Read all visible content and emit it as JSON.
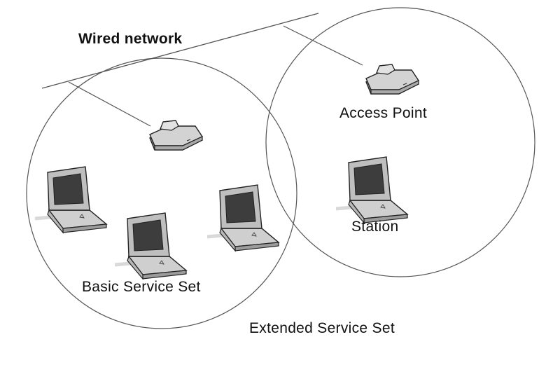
{
  "labels": {
    "wired_network": "Wired network",
    "access_point": "Access Point",
    "station": "Station",
    "basic_service_set": "Basic Service Set",
    "extended_service_set": "Extended Service Set"
  },
  "icons": {
    "access_point": "access-point-icon",
    "laptop": "laptop-icon"
  },
  "colors": {
    "line": "#555555",
    "device_body": "#c9c9c9",
    "device_screen": "#3d3d3d"
  }
}
